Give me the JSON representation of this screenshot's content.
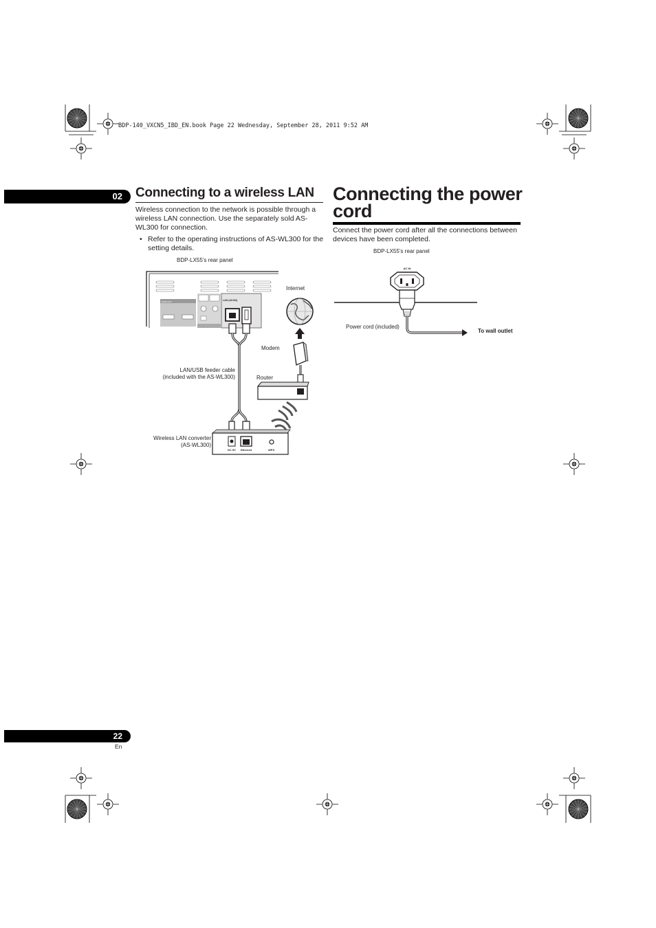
{
  "print_header": "BDP-140_VXCN5_IBD_EN.book  Page 22  Wednesday, September 28, 2011  9:52 AM",
  "chapter_tab": "02",
  "wireless": {
    "title": "Connecting to a wireless LAN",
    "paragraph": "Wireless connection to the network is possible through a wireless LAN connection. Use the separately sold AS-WL300 for connection.",
    "bullet": "Refer to the operating instructions of AS-WL300 for the setting details.",
    "bullet_mark": "•",
    "fig": {
      "rear_panel": "BDP-LX55’s rear panel",
      "internet": "Internet",
      "modem": "Modem",
      "router": "Router",
      "feeder_cable_line1": "LAN/USB feeder cable",
      "feeder_cable_line2": "(included with the AS-WL300)",
      "converter_line1": "Wireless LAN converter",
      "converter_line2": "(AS-WL300)",
      "port_dc": "DC 5V",
      "port_ethernet": "Ethernet",
      "port_wps": "WPS",
      "panel_lan": "LAN (10/100)",
      "panel_hdmi": "HDMI OUT"
    }
  },
  "power": {
    "title_line1": "Connecting the power",
    "title_line2": "cord",
    "paragraph": "Connect the power cord after all the connections between devices have been completed.",
    "fig": {
      "rear_panel": "BDP-LX55’s rear panel",
      "ac_in": "AC IN",
      "power_cord": "Power cord (included)",
      "wall_outlet": "To wall outlet"
    }
  },
  "footer": {
    "page_number": "22",
    "language": "En"
  }
}
